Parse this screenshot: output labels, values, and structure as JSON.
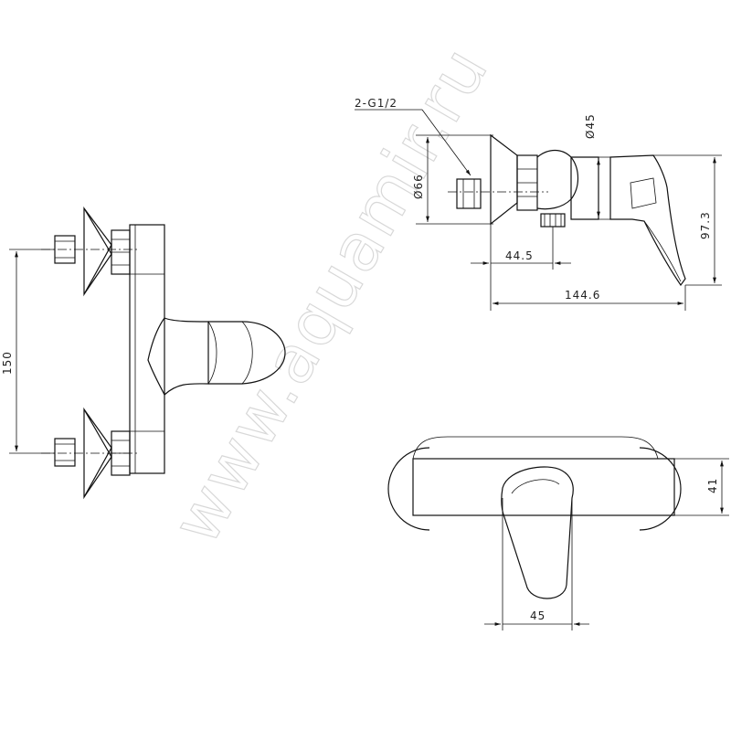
{
  "watermark": "www.aquamir.ru",
  "dimensions": {
    "connection_spacing": "150",
    "thread": "2-G1/2",
    "handle_diameter": "Ø45",
    "flange_diameter": "Ø66",
    "wall_offset": "44.5",
    "total_depth": "144.6",
    "height": "97.3",
    "body_height": "41",
    "handle_width": "45"
  }
}
